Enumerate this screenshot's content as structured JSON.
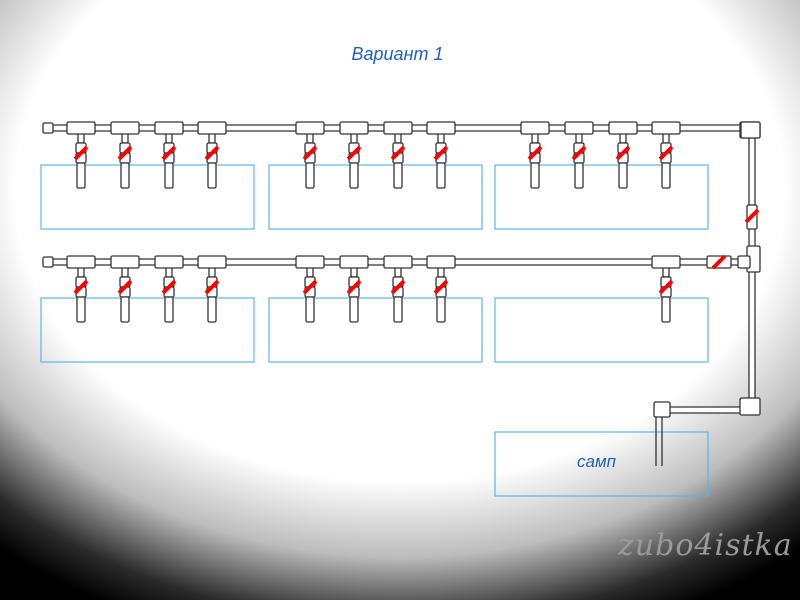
{
  "title": "Вариант 1",
  "sump_label": "самп",
  "watermark": "zubo4istka",
  "colors": {
    "pipe": "#333333",
    "valve": "#ff0000",
    "tank": "#5ab4f0",
    "text": "#1f5fbf"
  },
  "rows": [
    {
      "tanks": 3,
      "outlets_per_tank": [
        4,
        4,
        4
      ]
    },
    {
      "tanks": 3,
      "outlets_per_tank": [
        4,
        4,
        1
      ]
    }
  ]
}
